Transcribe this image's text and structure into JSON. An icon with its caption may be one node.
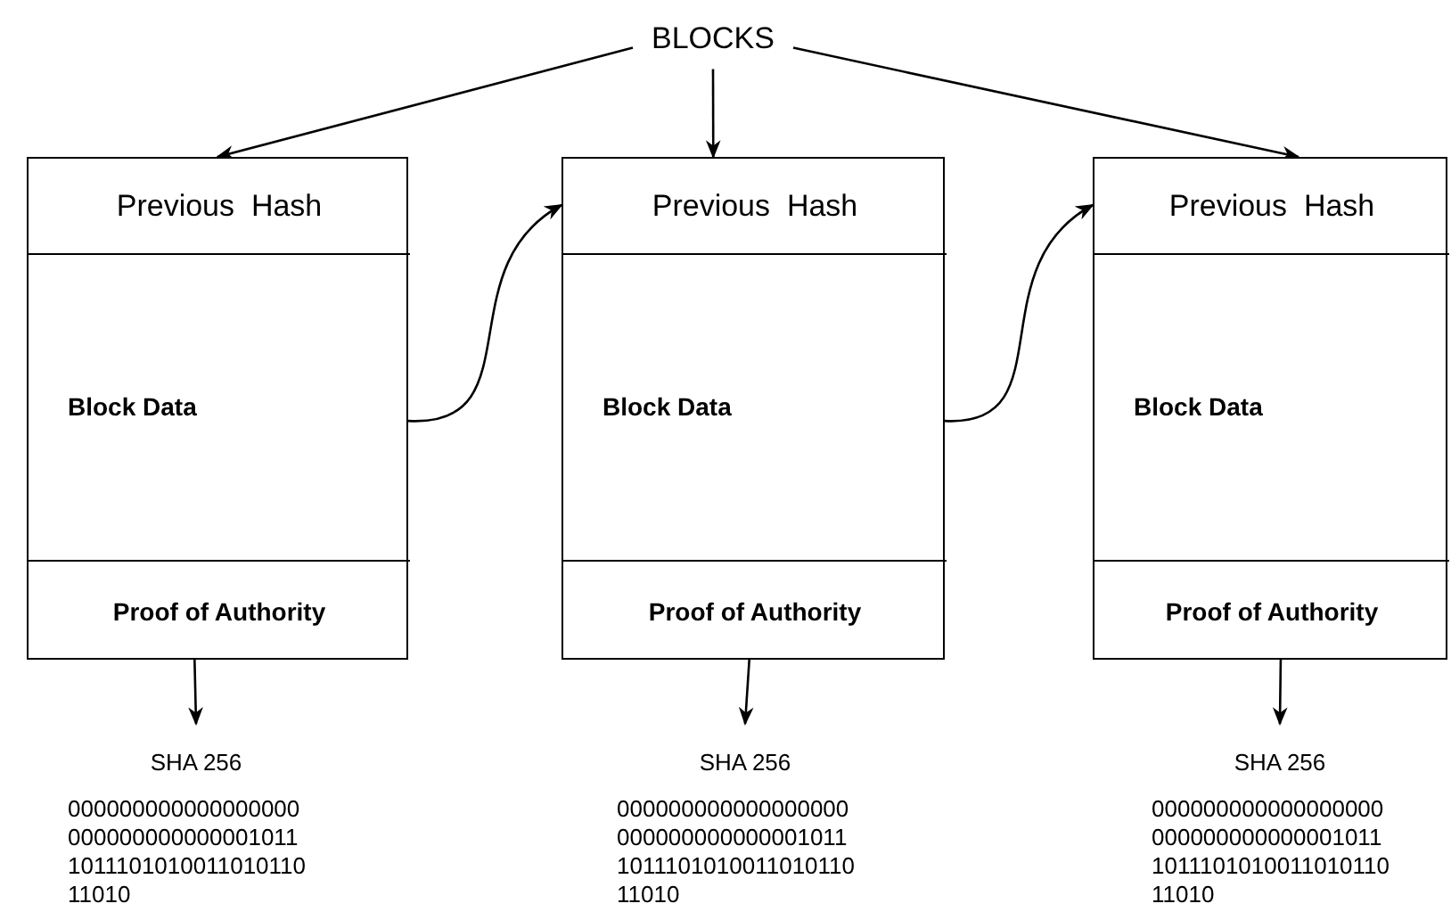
{
  "diagram": {
    "nodes": [
      {
        "text": [
          "BLOCKS"
        ]
      },
      {
        "text": [],
        "shape": "box"
      },
      {
        "text": [
          "Previous  Hash"
        ],
        "in": 1
      },
      {
        "text": [
          "Block Data"
        ],
        "in": 1
      },
      {
        "text": [
          "Proof of Authority"
        ],
        "in": 1
      },
      {
        "text": [],
        "shape": "box"
      },
      {
        "text": [
          "Previous  Hash"
        ],
        "in": 5
      },
      {
        "text": [
          "Block Data"
        ],
        "in": 5
      },
      {
        "text": [
          "Proof of Authority"
        ],
        "in": 5
      },
      {
        "text": [],
        "shape": "box"
      },
      {
        "text": [
          "Previous  Hash"
        ],
        "in": 9
      },
      {
        "text": [
          "Block Data"
        ],
        "in": 9
      },
      {
        "text": [
          "Proof of Authority"
        ],
        "in": 9
      },
      {
        "text": [
          "SHA 256"
        ],
        "beside": [
          "000000000000000000 000000000000001011 1011101010011010110 11010"
        ]
      },
      {
        "text": [
          "SHA 256"
        ],
        "beside": [
          "000000000000000000 000000000000001011 1011101010011010110 11010"
        ]
      },
      {
        "text": [
          "SHA 256"
        ],
        "beside": [
          "000000000000000000 000000000000001011 1011101010011010110 11010"
        ]
      }
    ],
    "edges": [
      {
        "from": 0,
        "to": 1,
        "arrow": "to"
      },
      {
        "from": 0,
        "to": 5,
        "arrow": "to"
      },
      {
        "from": 0,
        "to": 9,
        "arrow": "to"
      },
      {
        "from": 1,
        "to": 6,
        "arrow": "to"
      },
      {
        "from": 5,
        "to": 10,
        "arrow": "to"
      },
      {
        "from": 4,
        "to": 13,
        "arrow": "to"
      },
      {
        "from": 8,
        "to": 14,
        "arrow": "to"
      },
      {
        "from": 12,
        "to": 15,
        "arrow": "to"
      }
    ]
  }
}
